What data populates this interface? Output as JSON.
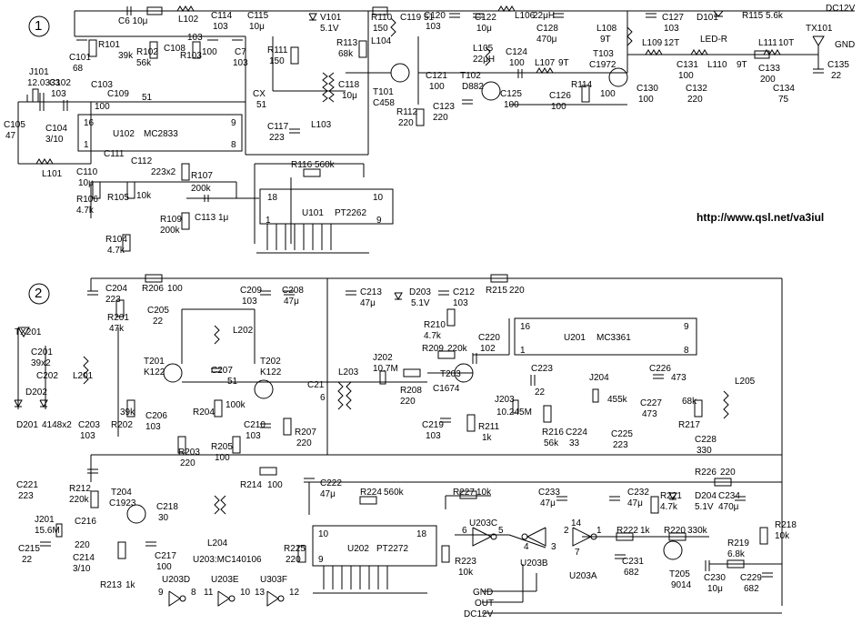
{
  "url": "http://www.qsl.net/va3iul",
  "sections": [
    "1",
    "2"
  ],
  "ics": [
    {
      "ref": "U102",
      "part": "MC2833",
      "pins": [
        "16",
        "9",
        "1",
        "8"
      ]
    },
    {
      "ref": "U101",
      "part": "PT2262",
      "pins": [
        "18",
        "10",
        "1",
        "9"
      ]
    },
    {
      "ref": "U201",
      "part": "MC3361",
      "pins": [
        "16",
        "9",
        "1",
        "8"
      ]
    },
    {
      "ref": "U202",
      "part": "PT2272",
      "pins": [
        "10",
        "18",
        "9"
      ]
    }
  ],
  "top_labels": [
    {
      "t": "C6 10μ"
    },
    {
      "t": "L102"
    },
    {
      "t": "C114"
    },
    {
      "t": "103"
    },
    {
      "t": "C115"
    },
    {
      "t": "10μ"
    },
    {
      "t": "V101"
    },
    {
      "t": "5.1V"
    },
    {
      "t": "R110"
    },
    {
      "t": "150"
    },
    {
      "t": "C119 51"
    },
    {
      "t": "L104"
    },
    {
      "t": "C120"
    },
    {
      "t": "103"
    },
    {
      "t": "C122"
    },
    {
      "t": "10μ"
    },
    {
      "t": "L106"
    },
    {
      "t": "22μH"
    },
    {
      "t": "C128"
    },
    {
      "t": "470μ"
    },
    {
      "t": "L108"
    },
    {
      "t": "9T"
    },
    {
      "t": "C127"
    },
    {
      "t": "103"
    },
    {
      "t": "D101"
    },
    {
      "t": "LED-R"
    },
    {
      "t": "R115"
    },
    {
      "t": "5.6k"
    },
    {
      "t": "DC12V"
    },
    {
      "t": "TX101"
    },
    {
      "t": "GND"
    },
    {
      "t": "J101"
    },
    {
      "t": "12.0333"
    },
    {
      "t": "C101"
    },
    {
      "t": "68"
    },
    {
      "t": "R101"
    },
    {
      "t": "39k"
    },
    {
      "t": "R102"
    },
    {
      "t": "56k"
    },
    {
      "t": "C108"
    },
    {
      "t": "103"
    },
    {
      "t": "R103"
    },
    {
      "t": "100"
    },
    {
      "t": "C7"
    },
    {
      "t": "103"
    },
    {
      "t": "R111"
    },
    {
      "t": "150"
    },
    {
      "t": "R113"
    },
    {
      "t": "68k"
    },
    {
      "t": "C121"
    },
    {
      "t": "100"
    },
    {
      "t": "L105"
    },
    {
      "t": "22μH"
    },
    {
      "t": "C124"
    },
    {
      "t": "100"
    },
    {
      "t": "L107"
    },
    {
      "t": "9T"
    },
    {
      "t": "T103"
    },
    {
      "t": "C1972"
    },
    {
      "t": "L109"
    },
    {
      "t": "12T"
    },
    {
      "t": "L111"
    },
    {
      "t": "10T"
    },
    {
      "t": "C102"
    },
    {
      "t": "103"
    },
    {
      "t": "C103"
    },
    {
      "t": "100"
    },
    {
      "t": "C109"
    },
    {
      "t": "51"
    },
    {
      "t": "CX"
    },
    {
      "t": "51"
    },
    {
      "t": "C118"
    },
    {
      "t": "10μ"
    },
    {
      "t": "T101"
    },
    {
      "t": "C458"
    },
    {
      "t": "T102"
    },
    {
      "t": "D882"
    },
    {
      "t": "C125"
    },
    {
      "t": "100"
    },
    {
      "t": "C126"
    },
    {
      "t": "100"
    },
    {
      "t": "R114"
    },
    {
      "t": "100"
    },
    {
      "t": "C131"
    },
    {
      "t": "100"
    },
    {
      "t": "L110"
    },
    {
      "t": "9T"
    },
    {
      "t": "C133"
    },
    {
      "t": "200"
    },
    {
      "t": "C135"
    },
    {
      "t": "22"
    },
    {
      "t": "C105"
    },
    {
      "t": "47"
    },
    {
      "t": "C104"
    },
    {
      "t": "3/10"
    },
    {
      "t": "C117"
    },
    {
      "t": "223"
    },
    {
      "t": "L103"
    },
    {
      "t": "R112"
    },
    {
      "t": "220"
    },
    {
      "t": "C123"
    },
    {
      "t": "220"
    },
    {
      "t": "C130"
    },
    {
      "t": "100"
    },
    {
      "t": "C132"
    },
    {
      "t": "220"
    },
    {
      "t": "C134"
    },
    {
      "t": "75"
    },
    {
      "t": "L101"
    },
    {
      "t": "C110"
    },
    {
      "t": "10μ"
    },
    {
      "t": "C111"
    },
    {
      "t": "C112"
    },
    {
      "t": "223x2"
    },
    {
      "t": "R106"
    },
    {
      "t": "4.7k"
    },
    {
      "t": "R105"
    },
    {
      "t": "10k"
    },
    {
      "t": "R107"
    },
    {
      "t": "200k"
    },
    {
      "t": "C113"
    },
    {
      "t": "1μ"
    },
    {
      "t": "R109"
    },
    {
      "t": "200k"
    },
    {
      "t": "R104"
    },
    {
      "t": "4.7k"
    },
    {
      "t": "R116"
    },
    {
      "t": "560k"
    }
  ],
  "bottom_labels": [
    {
      "t": "C204"
    },
    {
      "t": "223"
    },
    {
      "t": "R206"
    },
    {
      "t": "100"
    },
    {
      "t": "C209"
    },
    {
      "t": "103"
    },
    {
      "t": "C208"
    },
    {
      "t": "47μ"
    },
    {
      "t": "C213"
    },
    {
      "t": "47μ"
    },
    {
      "t": "D203"
    },
    {
      "t": "5.1V"
    },
    {
      "t": "C212"
    },
    {
      "t": "103"
    },
    {
      "t": "R215"
    },
    {
      "t": "220"
    },
    {
      "t": "TX201"
    },
    {
      "t": "R201"
    },
    {
      "t": "47k"
    },
    {
      "t": "C205"
    },
    {
      "t": "22"
    },
    {
      "t": "L202"
    },
    {
      "t": "R210"
    },
    {
      "t": "4.7k"
    },
    {
      "t": "C220"
    },
    {
      "t": "102"
    },
    {
      "t": "C201"
    },
    {
      "t": "39x2"
    },
    {
      "t": "C202"
    },
    {
      "t": "L201"
    },
    {
      "t": "T201"
    },
    {
      "t": "K122"
    },
    {
      "t": "C207"
    },
    {
      "t": "51"
    },
    {
      "t": "T202"
    },
    {
      "t": "K122"
    },
    {
      "t": "J202"
    },
    {
      "t": "10.7M"
    },
    {
      "t": "R209"
    },
    {
      "t": "220k"
    },
    {
      "t": "T203"
    },
    {
      "t": "C1674"
    },
    {
      "t": "C223"
    },
    {
      "t": "22"
    },
    {
      "t": "J204"
    },
    {
      "t": "455k"
    },
    {
      "t": "C226"
    },
    {
      "t": "473"
    },
    {
      "t": "L205"
    },
    {
      "t": "D202"
    },
    {
      "t": "D201"
    },
    {
      "t": "4148x2"
    },
    {
      "t": "C203"
    },
    {
      "t": "103"
    },
    {
      "t": "R202"
    },
    {
      "t": "39k"
    },
    {
      "t": "C206"
    },
    {
      "t": "103"
    },
    {
      "t": "R204"
    },
    {
      "t": "100k"
    },
    {
      "t": "L203"
    },
    {
      "t": "C21"
    },
    {
      "t": "6"
    },
    {
      "t": "R208"
    },
    {
      "t": "220"
    },
    {
      "t": "J203"
    },
    {
      "t": "10.245M"
    },
    {
      "t": "C227"
    },
    {
      "t": "473"
    },
    {
      "t": "R217"
    },
    {
      "t": "68k"
    },
    {
      "t": "C210"
    },
    {
      "t": "103"
    },
    {
      "t": "R207"
    },
    {
      "t": "220"
    },
    {
      "t": "C219"
    },
    {
      "t": "103"
    },
    {
      "t": "R211"
    },
    {
      "t": "1k"
    },
    {
      "t": "R216"
    },
    {
      "t": "56k"
    },
    {
      "t": "C224"
    },
    {
      "t": "33"
    },
    {
      "t": "C225"
    },
    {
      "t": "223"
    },
    {
      "t": "C228"
    },
    {
      "t": "330"
    },
    {
      "t": "R203"
    },
    {
      "t": "220"
    },
    {
      "t": "R205"
    },
    {
      "t": "100"
    },
    {
      "t": "C221"
    },
    {
      "t": "223"
    },
    {
      "t": "R212"
    },
    {
      "t": "220k"
    },
    {
      "t": "T204"
    },
    {
      "t": "C1923"
    },
    {
      "t": "R214"
    },
    {
      "t": "100"
    },
    {
      "t": "C222"
    },
    {
      "t": "47μ"
    },
    {
      "t": "R224"
    },
    {
      "t": "560k"
    },
    {
      "t": "R227"
    },
    {
      "t": "10k"
    },
    {
      "t": "C233"
    },
    {
      "t": "47μ"
    },
    {
      "t": "C232"
    },
    {
      "t": "47μ"
    },
    {
      "t": "R221"
    },
    {
      "t": "4.7k"
    },
    {
      "t": "D204"
    },
    {
      "t": "5.1V"
    },
    {
      "t": "C234"
    },
    {
      "t": "470μ"
    },
    {
      "t": "R226"
    },
    {
      "t": "220"
    },
    {
      "t": "J201"
    },
    {
      "t": "15.6M"
    },
    {
      "t": "C216"
    },
    {
      "t": "220"
    },
    {
      "t": "C218"
    },
    {
      "t": "30"
    },
    {
      "t": "U203C"
    },
    {
      "t": "R222"
    },
    {
      "t": "1k"
    },
    {
      "t": "R220"
    },
    {
      "t": "330k"
    },
    {
      "t": "C215"
    },
    {
      "t": "22"
    },
    {
      "t": "C214"
    },
    {
      "t": "3/10"
    },
    {
      "t": "C217"
    },
    {
      "t": "100"
    },
    {
      "t": "R225"
    },
    {
      "t": "220"
    },
    {
      "t": "R223"
    },
    {
      "t": "10k"
    },
    {
      "t": "U203B"
    },
    {
      "t": "U203A"
    },
    {
      "t": "C231"
    },
    {
      "t": "682"
    },
    {
      "t": "T205"
    },
    {
      "t": "9014"
    },
    {
      "t": "R219"
    },
    {
      "t": "6.8k"
    },
    {
      "t": "R218"
    },
    {
      "t": "10k"
    },
    {
      "t": "R213"
    },
    {
      "t": "1k"
    },
    {
      "t": "L204"
    },
    {
      "t": "U203:MC140106"
    },
    {
      "t": "C230"
    },
    {
      "t": "10μ"
    },
    {
      "t": "C229"
    },
    {
      "t": "682"
    },
    {
      "t": "U203D"
    },
    {
      "t": "U203E"
    },
    {
      "t": "U303F"
    },
    {
      "t": "GND"
    },
    {
      "t": "OUT"
    },
    {
      "t": "DC12V"
    }
  ],
  "gate_pins": [
    "9",
    "8",
    "11",
    "10",
    "13",
    "12",
    "6",
    "5",
    "4",
    "3",
    "2",
    "1",
    "14",
    "7"
  ]
}
